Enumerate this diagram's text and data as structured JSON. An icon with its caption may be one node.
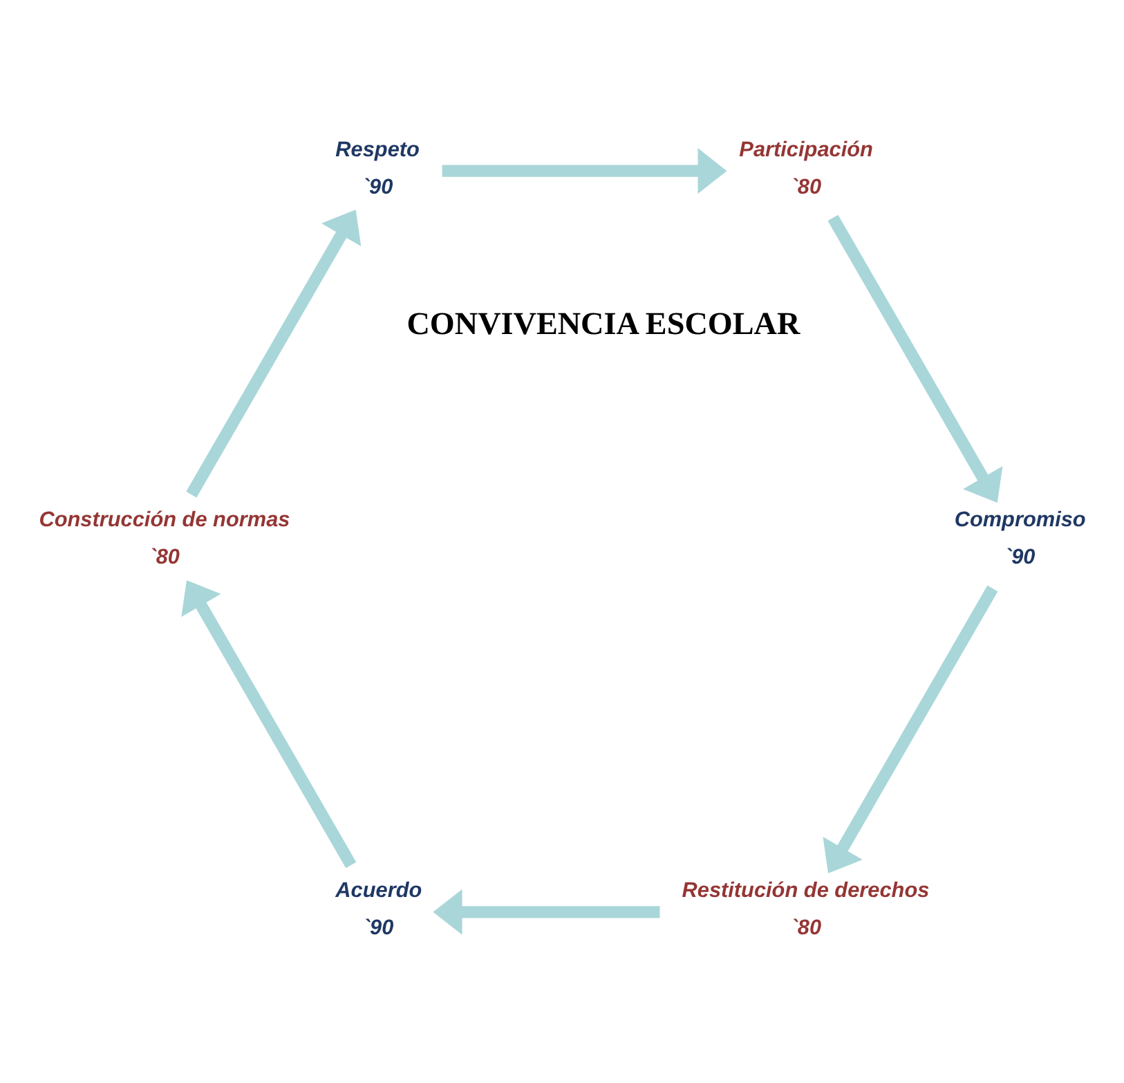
{
  "diagram": {
    "nodes": [
      {
        "text": [
          "Restitución de derechos",
          "`80"
        ]
      },
      {
        "text": [
          "Acuerdo",
          "`90"
        ]
      },
      {
        "text": [
          "Construcción de normas",
          "`80"
        ]
      },
      {
        "text": [
          "Respeto",
          "`90"
        ]
      },
      {
        "text": [
          "Participación",
          "`80"
        ]
      },
      {
        "text": [
          "Compromiso",
          "`90"
        ]
      }
    ],
    "edges": [
      {
        "from": 0,
        "to": 1,
        "arrow": "to"
      },
      {
        "from": 1,
        "to": 2,
        "arrow": "to"
      },
      {
        "from": 2,
        "to": 3,
        "arrow": "to"
      },
      {
        "from": 3,
        "to": 4,
        "arrow": "to"
      },
      {
        "from": 4,
        "to": 5,
        "arrow": "to"
      },
      {
        "from": 5,
        "to": 0,
        "arrow": "to"
      }
    ],
    "labels": [
      "CONVIVENCIA ESCOLAR"
    ]
  }
}
